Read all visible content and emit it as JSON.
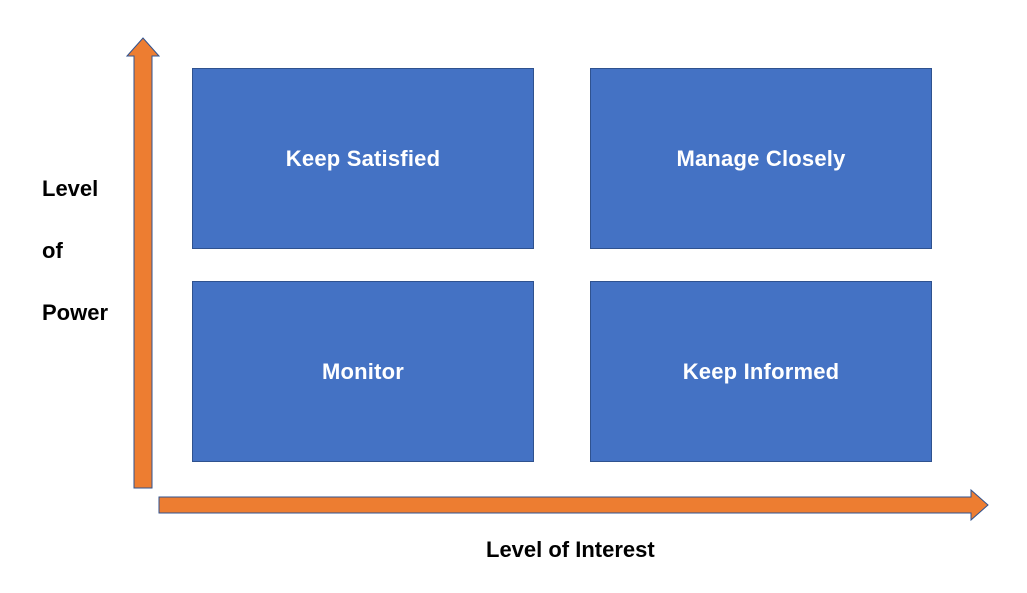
{
  "colors": {
    "quadrant_fill": "#4472C4",
    "quadrant_border": "#2F528F",
    "arrow_fill": "#ED7D31",
    "arrow_border": "#2F528F",
    "label_text": "#000000",
    "quadrant_text": "#FFFFFF"
  },
  "quadrants": {
    "top_left": "Keep Satisfied",
    "top_right": "Manage Closely",
    "bottom_left": "Monitor",
    "bottom_right": "Keep Informed"
  },
  "y_axis": {
    "line1": "Level",
    "line2": "of",
    "line3": "Power"
  },
  "x_axis": {
    "label": "Level of Interest"
  }
}
